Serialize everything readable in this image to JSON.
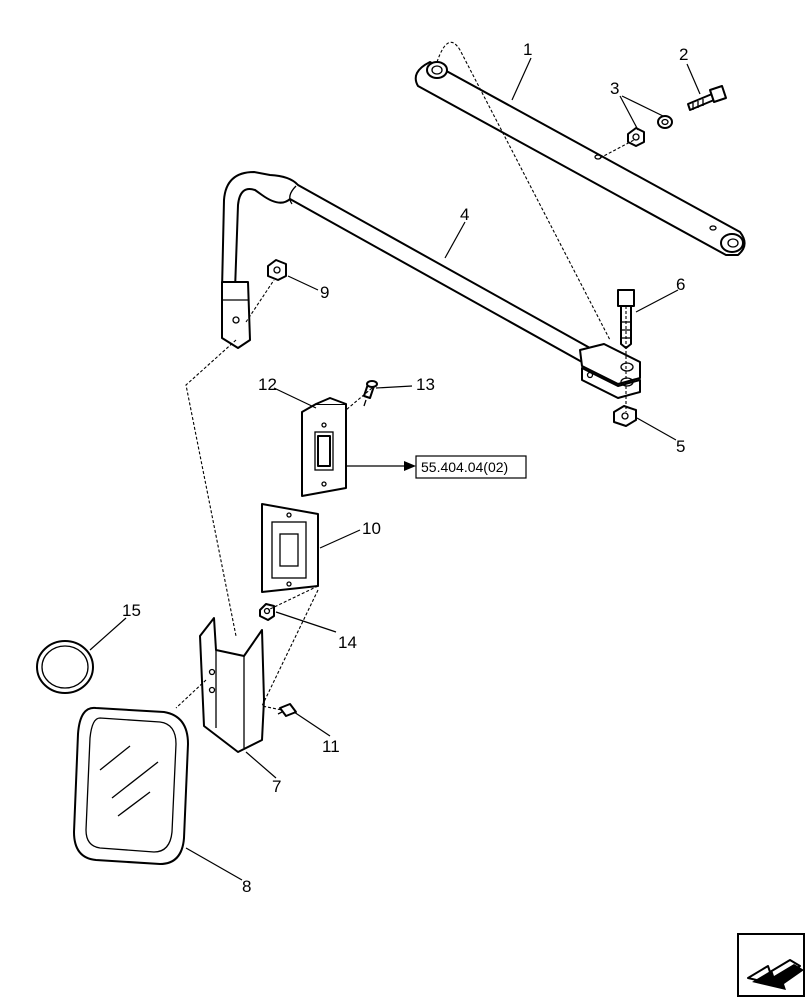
{
  "diagram": {
    "callouts": [
      {
        "id": "c1",
        "label": "1"
      },
      {
        "id": "c2",
        "label": "2"
      },
      {
        "id": "c3",
        "label": "3"
      },
      {
        "id": "c4",
        "label": "4"
      },
      {
        "id": "c5",
        "label": "5"
      },
      {
        "id": "c6",
        "label": "6"
      },
      {
        "id": "c7",
        "label": "7"
      },
      {
        "id": "c8",
        "label": "8"
      },
      {
        "id": "c9",
        "label": "9"
      },
      {
        "id": "c10",
        "label": "10"
      },
      {
        "id": "c11",
        "label": "11"
      },
      {
        "id": "c12",
        "label": "12"
      },
      {
        "id": "c13",
        "label": "13"
      },
      {
        "id": "c14",
        "label": "14"
      },
      {
        "id": "c15",
        "label": "15"
      }
    ],
    "reference": {
      "label": "55.404.04(02)"
    },
    "nav_icon": "next-page-arrow-icon"
  }
}
